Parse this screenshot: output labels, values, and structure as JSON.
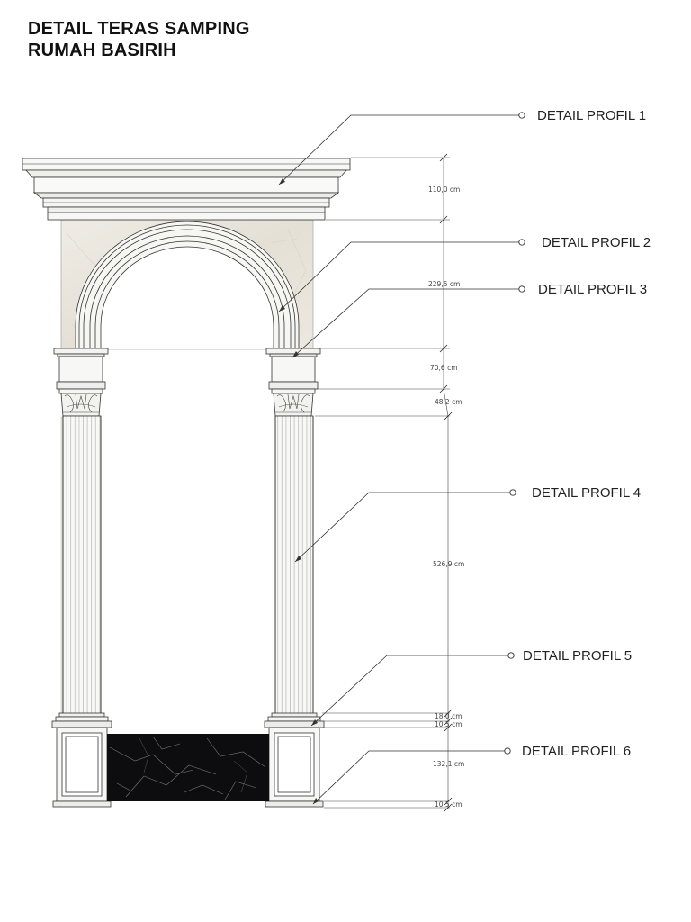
{
  "title": {
    "line1": "DETAIL TERAS SAMPING",
    "line2": "RUMAH BASIRIH"
  },
  "callouts": [
    {
      "label": "DETAIL PROFIL 1"
    },
    {
      "label": "DETAIL PROFIL 2"
    },
    {
      "label": "DETAIL PROFIL 3"
    },
    {
      "label": "DETAIL PROFIL 4"
    },
    {
      "label": "DETAIL PROFIL 5"
    },
    {
      "label": "DETAIL PROFIL 6"
    }
  ],
  "dimensions": [
    {
      "label": "110,0 cm"
    },
    {
      "label": "229,5 cm"
    },
    {
      "label": "70,6 cm"
    },
    {
      "label": "48,2 cm"
    },
    {
      "label": "526,9 cm"
    },
    {
      "label": "18,0 cm"
    },
    {
      "label": "10,5 cm"
    },
    {
      "label": "132,1 cm"
    },
    {
      "label": "10,5 cm"
    }
  ],
  "colors": {
    "line": "#333333",
    "marble_light": "#ece9e1",
    "marble_dark": "#0d0d0f",
    "column": "#f7f7f5"
  }
}
